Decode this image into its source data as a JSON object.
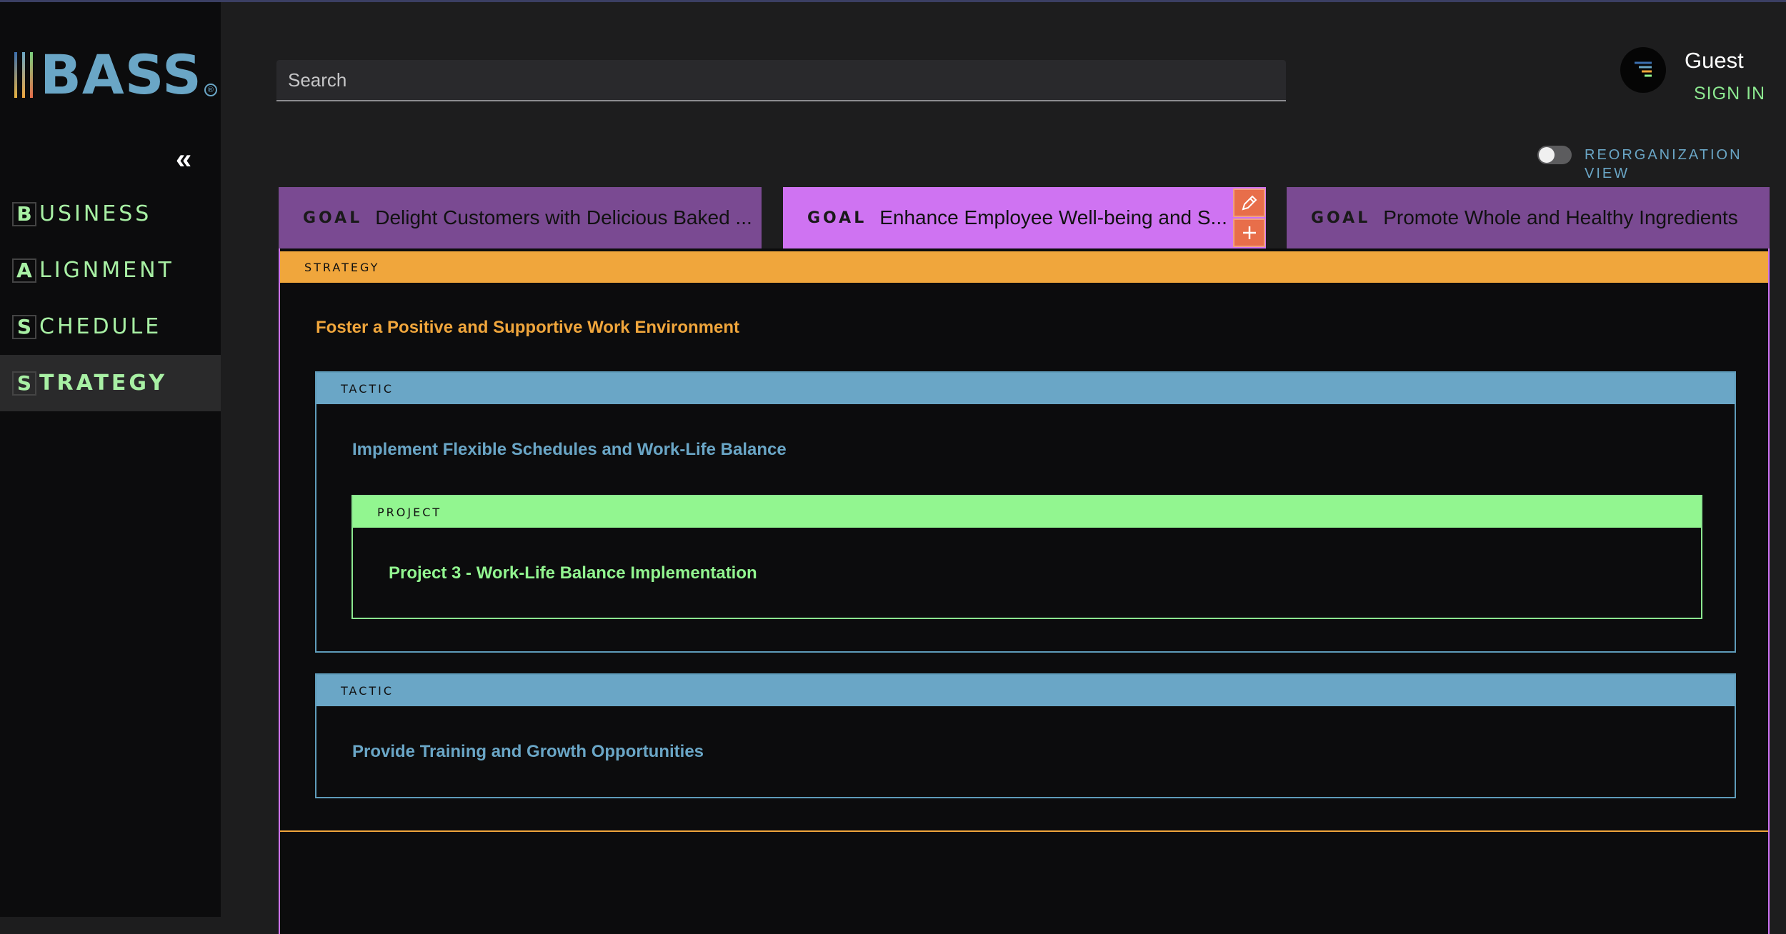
{
  "logo": {
    "text": "BASS",
    "reg": "®"
  },
  "sidebar": {
    "collapse_glyph": "«",
    "items": [
      {
        "letter": "B",
        "rest": "USINESS"
      },
      {
        "letter": "A",
        "rest": "LIGNMENT"
      },
      {
        "letter": "S",
        "rest": "CHEDULE"
      },
      {
        "letter": "S",
        "rest": "TRATEGY"
      }
    ]
  },
  "search": {
    "placeholder": "Search"
  },
  "user": {
    "name": "Guest",
    "signin": "SIGN IN"
  },
  "reorganization": {
    "label": "REORGANIZATION VIEW",
    "enabled": false
  },
  "goals": [
    {
      "tag": "GOAL",
      "title": "Delight Customers with Delicious Baked ..."
    },
    {
      "tag": "GOAL",
      "title": "Enhance Employee Well-being and S..."
    },
    {
      "tag": "GOAL",
      "title": "Promote Whole and Healthy Ingredients"
    }
  ],
  "strategy": {
    "label": "STRATEGY",
    "title": "Foster a Positive and Supportive Work Environment",
    "tactics": [
      {
        "label": "TACTIC",
        "title": "Implement Flexible Schedules and Work-Life Balance",
        "project": {
          "label": "PROJECT",
          "title": "Project 3 - Work-Life Balance Implementation"
        }
      },
      {
        "label": "TACTIC",
        "title": "Provide Training and Growth Opportunities"
      }
    ]
  },
  "colors": {
    "goal_active": "#cf73f2",
    "goal_inactive": "#7a4a92",
    "strategy": "#f0a63c",
    "tactic": "#6aa6c6",
    "project": "#92f690",
    "nav_text": "#a8f0a4",
    "action_button": "#e86e4a"
  },
  "icons": {
    "edit": "pencil-icon",
    "add": "plus-icon",
    "avatar": "lines-icon"
  }
}
